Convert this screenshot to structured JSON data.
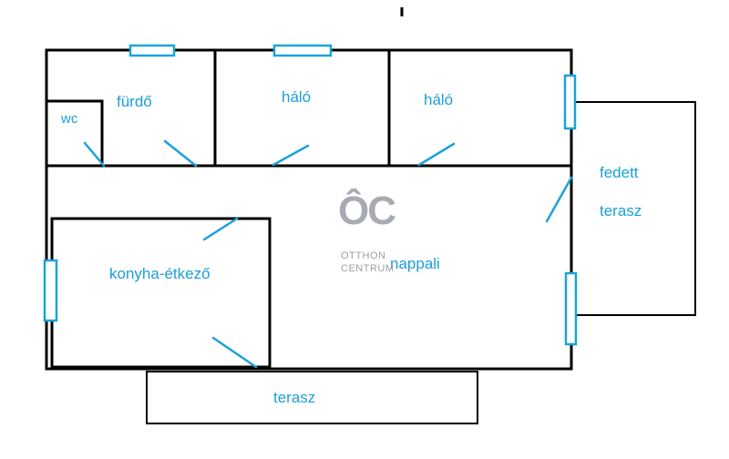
{
  "rooms": {
    "furdo": "fürdő",
    "wc": "wc",
    "halo_1": "háló",
    "halo_2": "háló",
    "fedett": "fedett",
    "terasz_side": "terasz",
    "konyha": "konyha-étkező",
    "nappali": "nappali",
    "terasz_bottom": "terasz"
  },
  "watermark": {
    "mark": "ÔC",
    "line1": "OTTHON",
    "line2": "CENTRUM"
  },
  "colors": {
    "walls": "#000000",
    "accent": "#1aa3d9",
    "watermark": "#a7acb2"
  }
}
